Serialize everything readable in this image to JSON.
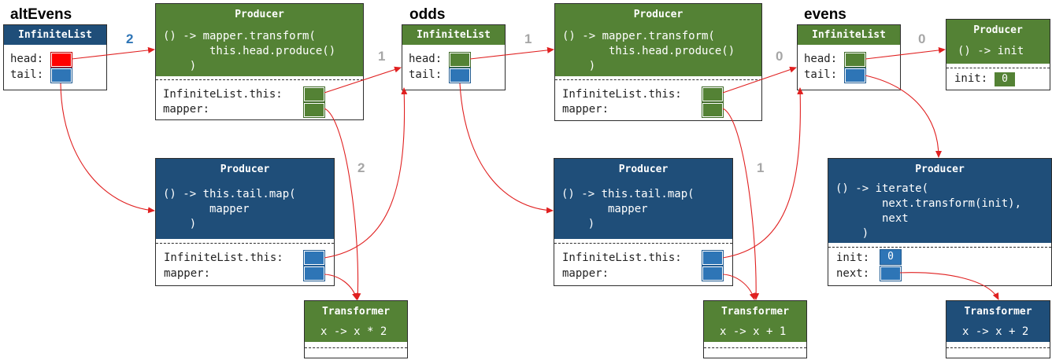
{
  "var_names": {
    "alt_evens": "altEvens",
    "odds": "odds",
    "evens": "evens"
  },
  "counts": {
    "c1": "2",
    "c2": "1",
    "c3": "1",
    "c4": "0",
    "c5": "0",
    "c6": "2",
    "c7": "1"
  },
  "list_title": "InfiniteList",
  "producer_title": "Producer",
  "transformer_title": "Transformer",
  "fields": {
    "head": "head:",
    "tail": "tail:",
    "list_this": "InfiniteList.this:",
    "mapper": "mapper:",
    "init": "init:",
    "next": "next:"
  },
  "code": {
    "transform_head": "() -> mapper.transform(\n       this.head.produce()\n    )",
    "tail_map": "() -> this.tail.map(\n       mapper\n    )",
    "const_init": "() -> init",
    "iterate": "() -> iterate(\n       next.transform(init),\n       next\n    )"
  },
  "transformers": {
    "t1": "x -> x * 2",
    "t2": "x -> x + 1",
    "t3": "x -> x + 2"
  },
  "values": {
    "init_zero_a": "0",
    "init_zero_b": "0"
  },
  "colors": {
    "green": "#548235",
    "navy": "#1f4e79",
    "blue": "#2e75b6",
    "red": "#ff0000",
    "arrow": "#e02020",
    "gray": "#a6a6a6"
  }
}
